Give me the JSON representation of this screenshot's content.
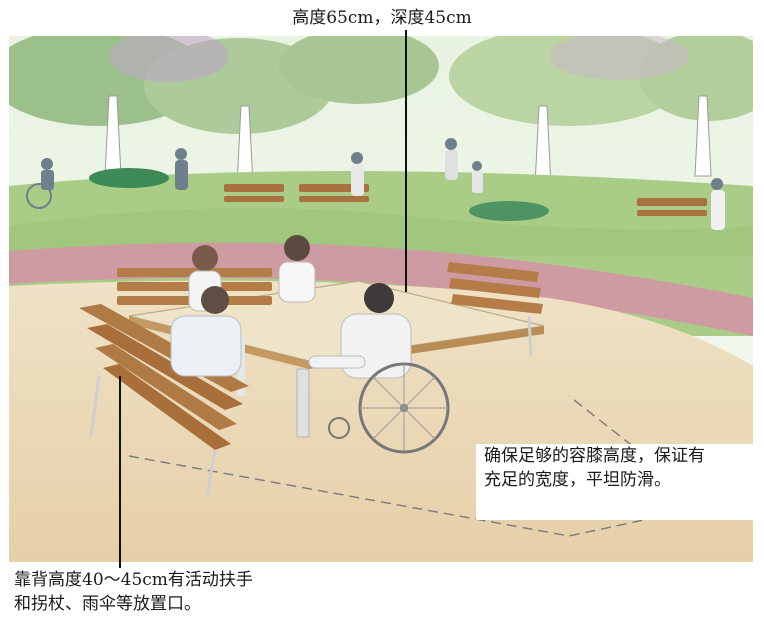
{
  "annotations": {
    "top_label": "高度65cm，深度45cm",
    "right_label_line1": "确保足够的容膝高度，保证有",
    "right_label_line2": "充足的宽度，平坦防滑。",
    "bottom_label_line1": "靠背高度40～45cm有活动扶手",
    "bottom_label_line2": "和拐杖、雨伞等放置口。"
  },
  "colors": {
    "grass": "#9fc77a",
    "path": "#c9929a",
    "sand": "#ead9bc",
    "bench_wood": "#b07a45",
    "table_top": "#efe4c8"
  }
}
